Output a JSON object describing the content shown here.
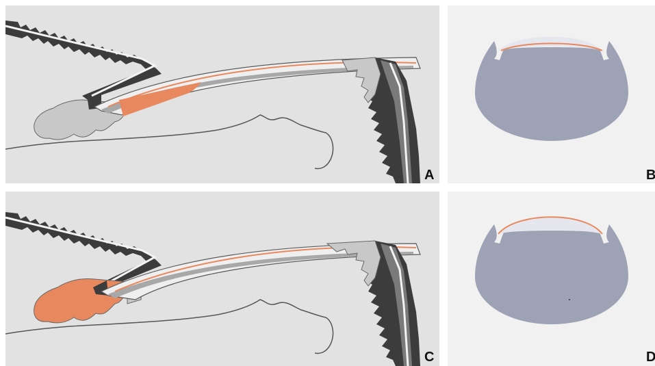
{
  "panels": [
    {
      "id": "A",
      "label": "A",
      "type": "sagittal"
    },
    {
      "id": "B",
      "label": "B",
      "type": "coronal"
    },
    {
      "id": "C",
      "label": "C",
      "type": "sagittal"
    },
    {
      "id": "D",
      "label": "D",
      "type": "coronal"
    }
  ],
  "colors": {
    "background": "#e2e2e2",
    "background_light": "#f1f1f1",
    "dark_tissue": "#3c3c3c",
    "mid_tissue": "#7a7a7a",
    "light_tissue": "#c8c8c8",
    "pale_tissue": "#efefef",
    "highlight": "#e8885e",
    "cross_section": "#9da3b5"
  }
}
